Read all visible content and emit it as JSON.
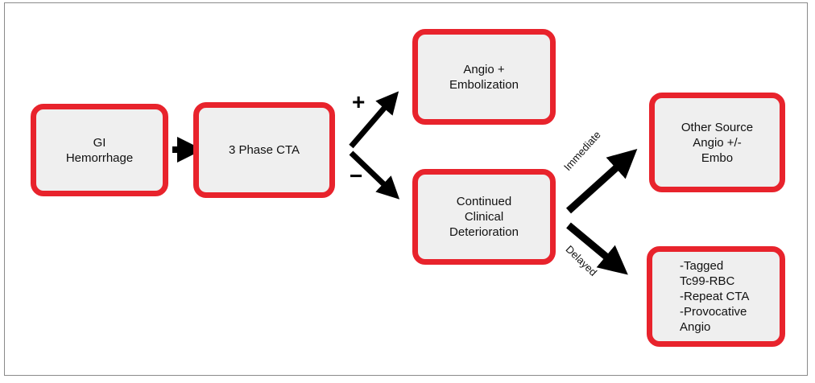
{
  "nodes": {
    "gi_hemorrhage": "GI\nHemorrhage",
    "phase_cta": "3 Phase CTA",
    "angio_embolization": "Angio +\nEmbolization",
    "continued_deterioration": "Continued\nClinical\nDeterioration",
    "other_source": "Other Source\nAngio +/-\nEmbo",
    "tagged_options": "-Tagged\nTc99-RBC\n-Repeat CTA\n-Provocative\nAngio"
  },
  "branch_signs": {
    "positive": "+",
    "negative": "−"
  },
  "path_labels": {
    "immediate": "Immediate",
    "delayed": "Delayed"
  },
  "colors": {
    "box_border": "#e8232c",
    "box_fill": "#efefef",
    "arrow": "#000000"
  }
}
